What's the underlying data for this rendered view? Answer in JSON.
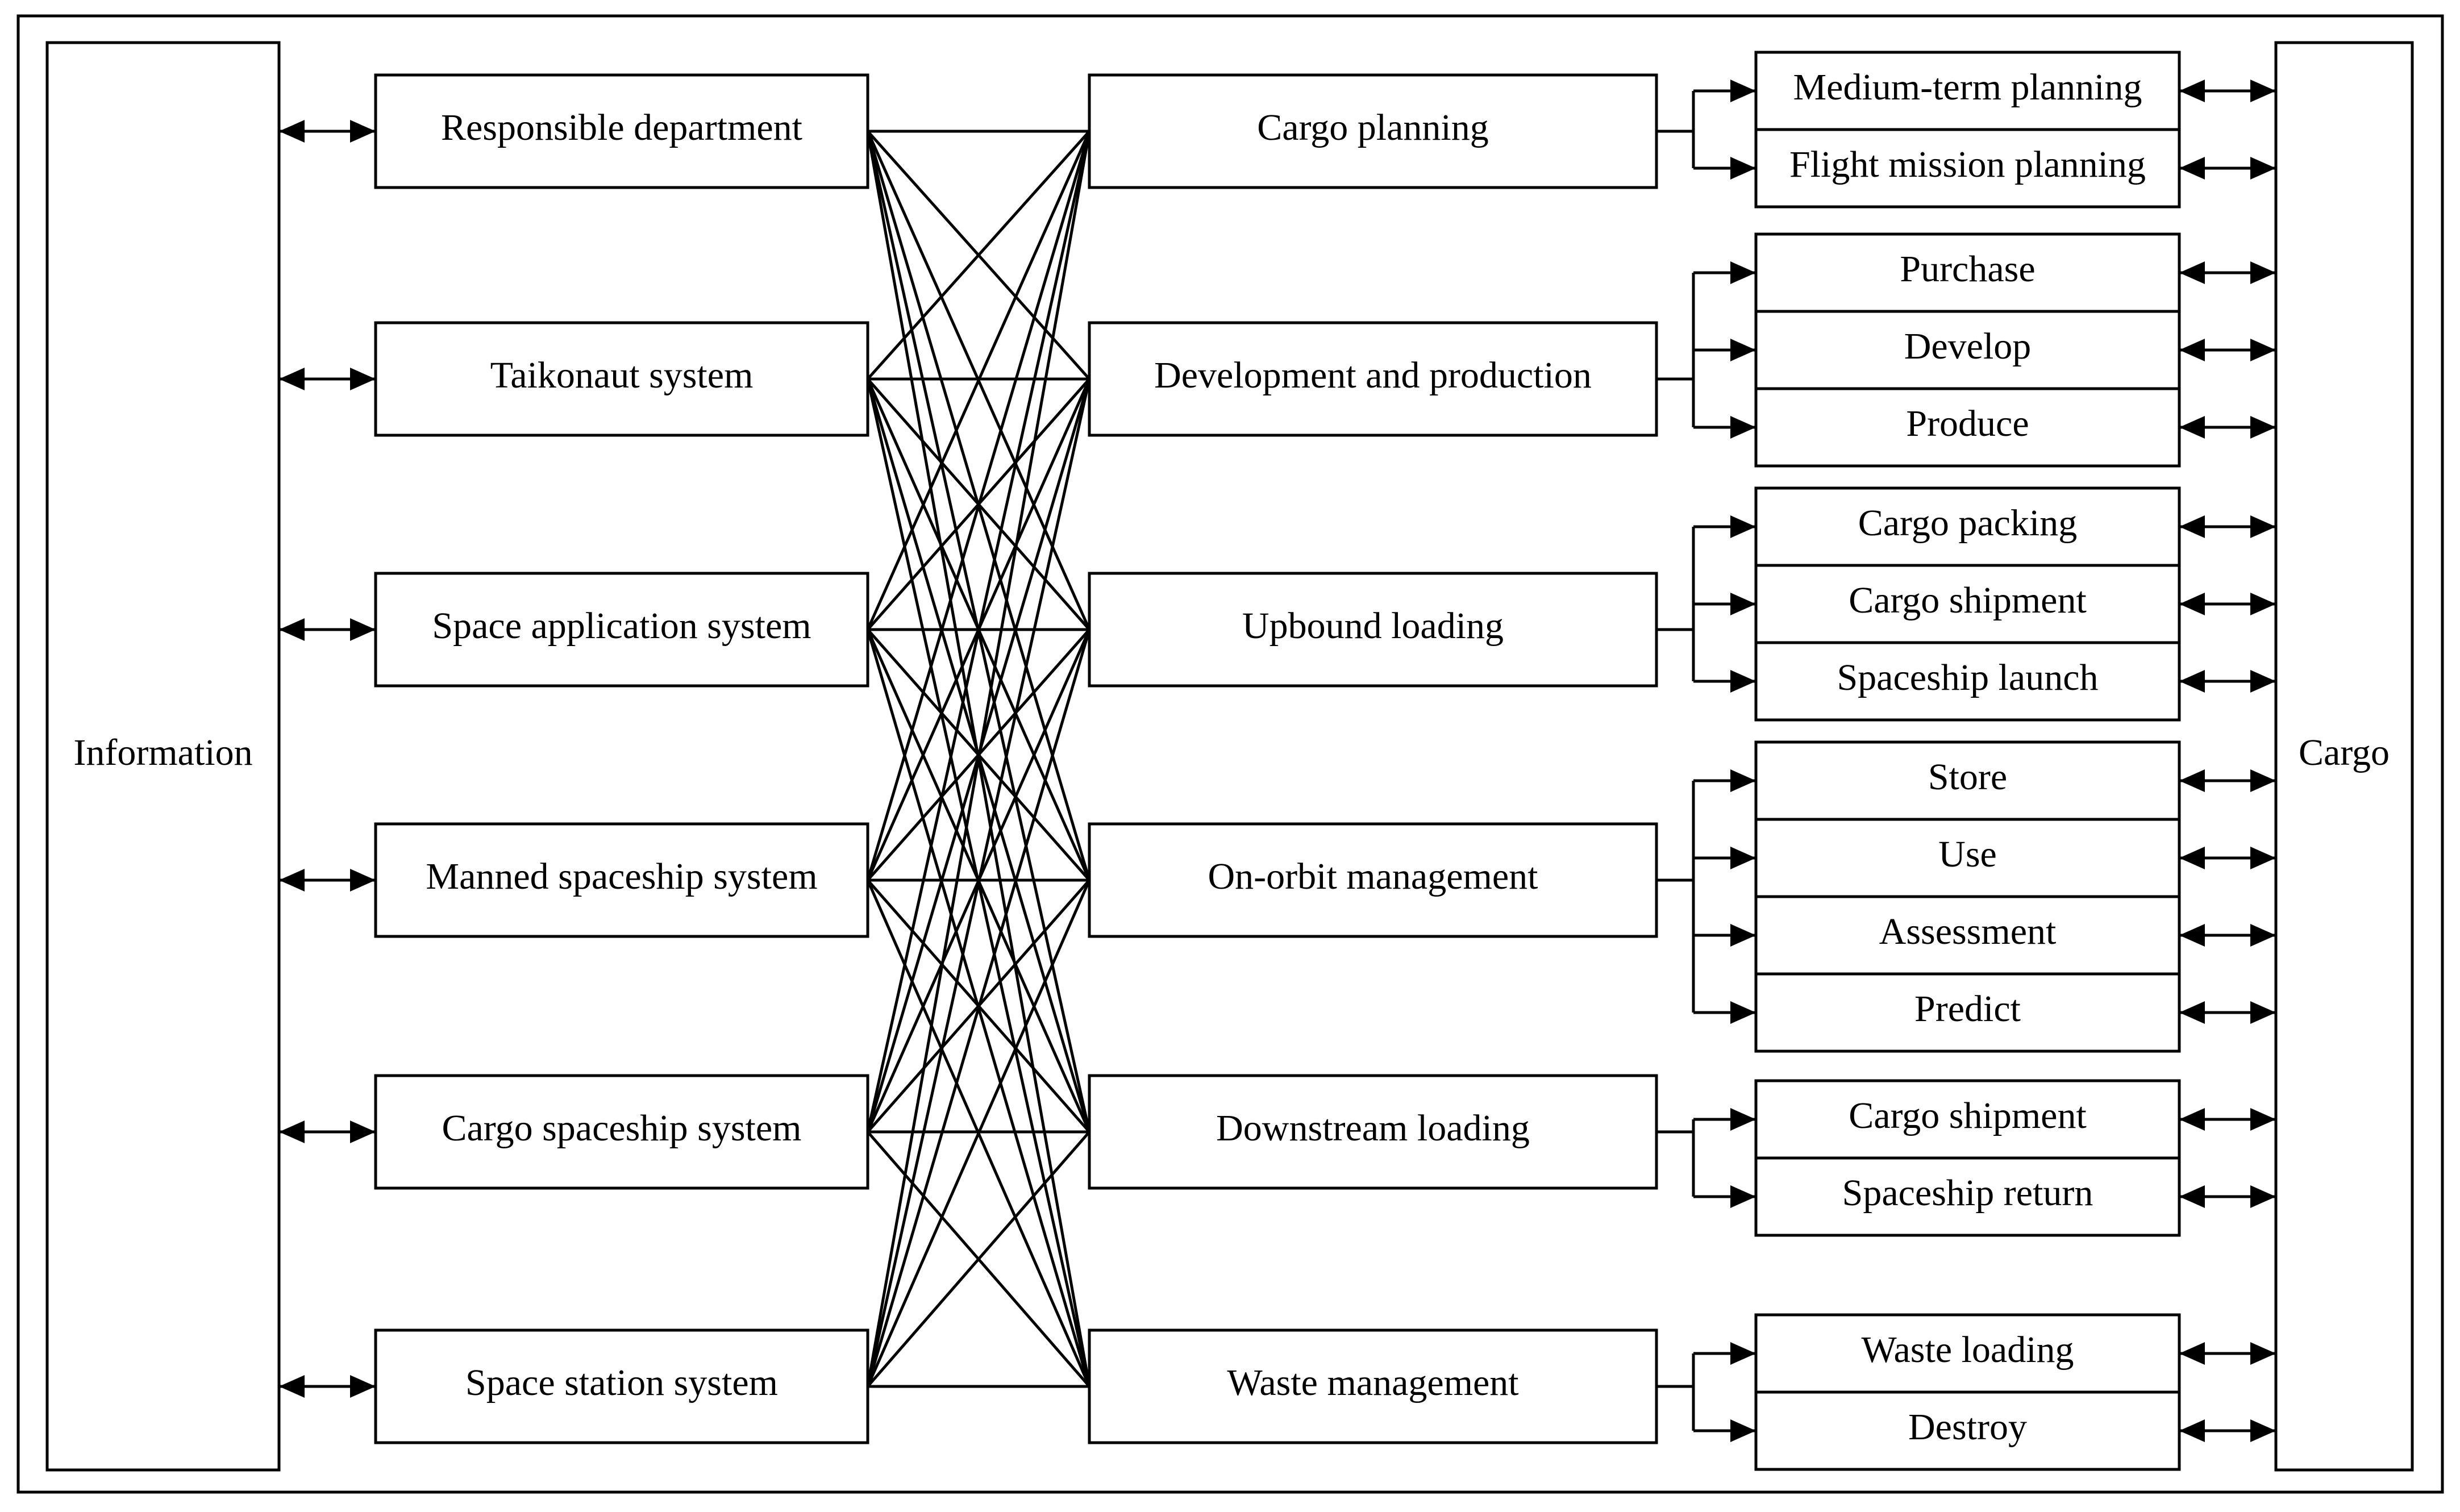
{
  "left_panel": {
    "label": "Information"
  },
  "right_panel": {
    "label": "Cargo"
  },
  "stakeholders": [
    "Responsible department",
    "Taikonaut system",
    "Space application system",
    "Manned spaceship system",
    "Cargo spaceship system",
    "Space station system"
  ],
  "processes": [
    {
      "label": "Cargo planning",
      "steps": [
        "Medium-term planning",
        "Flight mission planning"
      ]
    },
    {
      "label": "Development and production",
      "steps": [
        "Purchase",
        "Develop",
        "Produce"
      ]
    },
    {
      "label": "Upbound loading",
      "steps": [
        "Cargo packing",
        "Cargo shipment",
        "Spaceship launch"
      ]
    },
    {
      "label": "On-orbit management",
      "steps": [
        "Store",
        "Use",
        "Assessment",
        "Predict"
      ]
    },
    {
      "label": "Downstream loading",
      "steps": [
        "Cargo shipment",
        "Spaceship return"
      ]
    },
    {
      "label": "Waste management",
      "steps": [
        "Waste loading",
        "Destroy"
      ]
    }
  ]
}
